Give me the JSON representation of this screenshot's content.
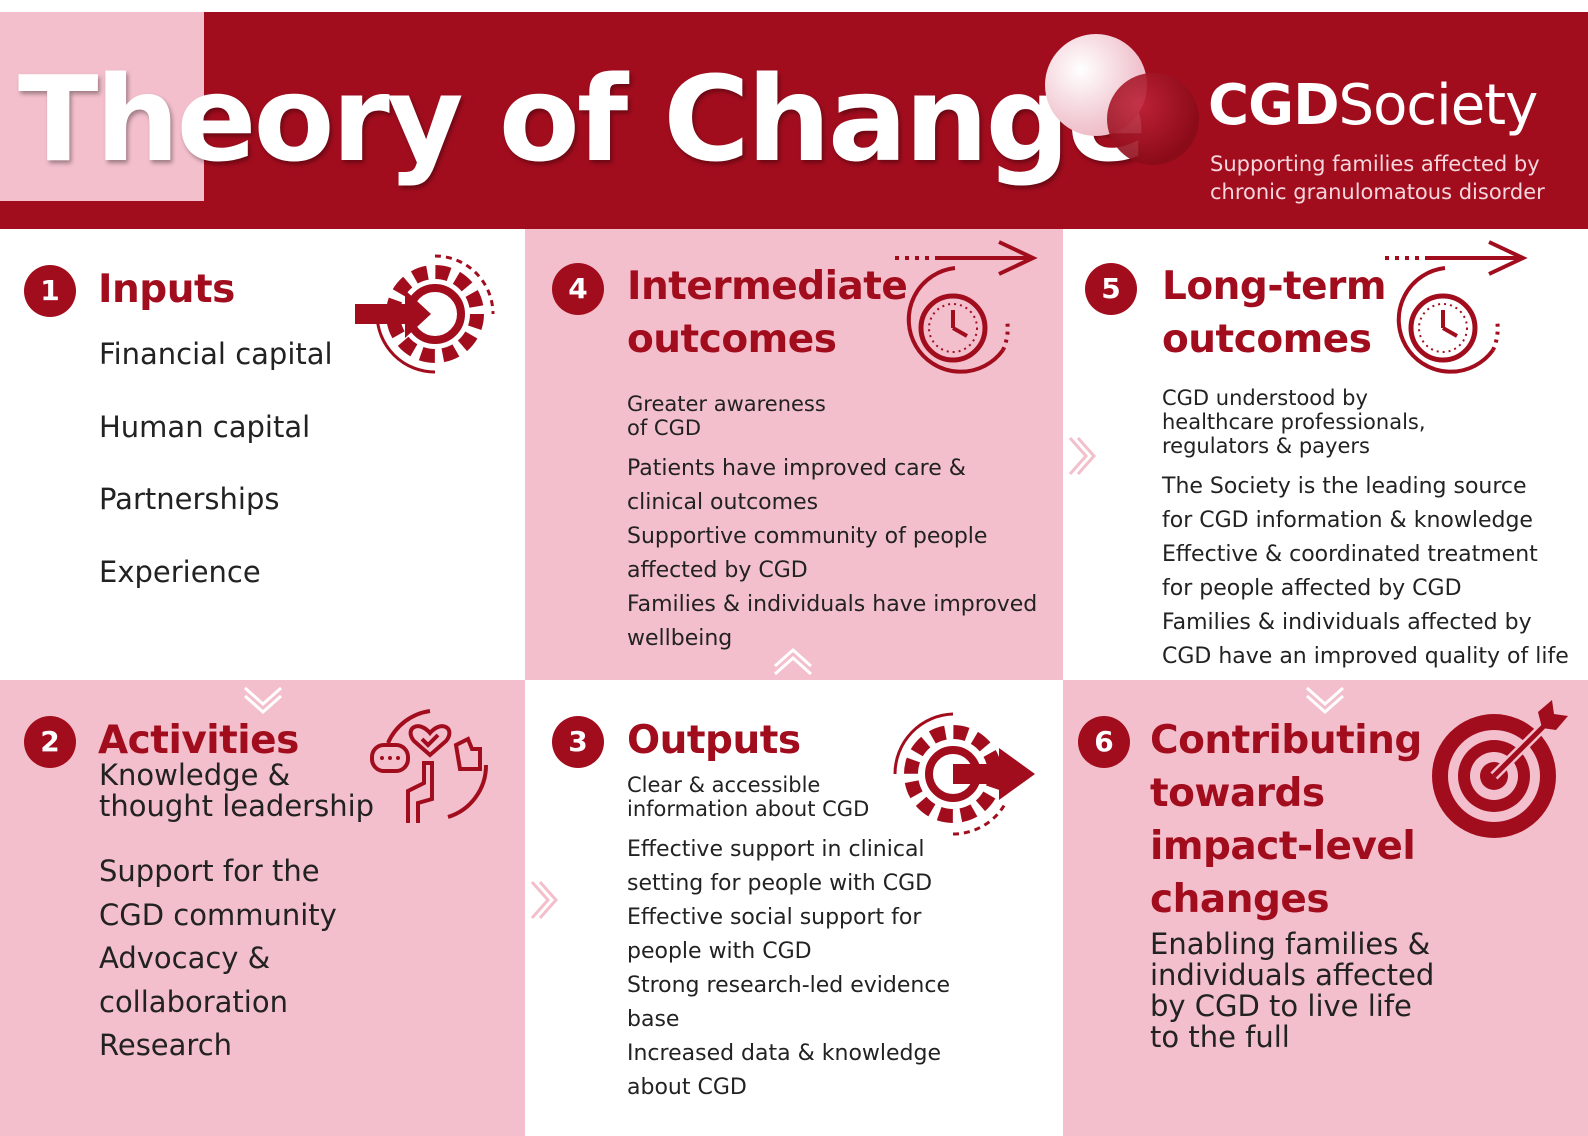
{
  "header": {
    "title": "Theory of Change",
    "logo_bold": "CGD",
    "logo_thin": "Society",
    "tagline_1": "Supporting families affected by",
    "tagline_2": "chronic granulomatous disorder"
  },
  "colors": {
    "brand_red": "#a20d1e",
    "pink": "#f3bfcc",
    "white": "#ffffff"
  },
  "sections": {
    "inputs": {
      "number": "1",
      "title": "Inputs",
      "icon": "gear-arrow-in-icon",
      "items": [
        "Financial capital",
        "Human capital",
        "Partnerships",
        "Experience"
      ]
    },
    "activities": {
      "number": "2",
      "title": "Activities",
      "icon": "community-heart-icon",
      "items": [
        "Knowledge &",
        "thought leadership",
        "Support for the",
        "CGD community",
        "Advocacy &",
        "collaboration",
        "Research"
      ]
    },
    "outputs": {
      "number": "3",
      "title": "Outputs",
      "icon": "gear-arrow-out-icon",
      "items": [
        "Clear & accessible",
        "information about CGD",
        "Effective support in clinical",
        "setting for people with CGD",
        "Effective social support for",
        "people with CGD",
        "Strong research-led evidence",
        "base",
        "Increased data & knowledge",
        "about CGD"
      ]
    },
    "intermediate": {
      "number": "4",
      "title_1": "Intermediate",
      "title_2": "outcomes",
      "icon": "clock-arrow-icon",
      "items": [
        "Greater awareness",
        "of CGD",
        "Patients have improved care &",
        "clinical outcomes",
        "Supportive community of people",
        "affected by CGD",
        "Families & individuals have improved",
        "wellbeing"
      ]
    },
    "longterm": {
      "number": "5",
      "title_1": "Long-term",
      "title_2": "outcomes",
      "icon": "clock-arrow-icon",
      "items": [
        "CGD understood by",
        "healthcare professionals,",
        "regulators & payers",
        "The Society is the leading source",
        "for CGD information & knowledge",
        "Effective & coordinated treatment",
        "for people affected by CGD",
        "Families & individuals affected by",
        "CGD have an improved quality of life"
      ]
    },
    "impact": {
      "number": "6",
      "title_1": "Contributing",
      "title_2": "towards",
      "title_3": "impact-level",
      "title_4": "changes",
      "icon": "target-icon",
      "items": [
        "Enabling families &",
        "individuals affected",
        "by CGD to live life",
        "to the full"
      ]
    }
  }
}
